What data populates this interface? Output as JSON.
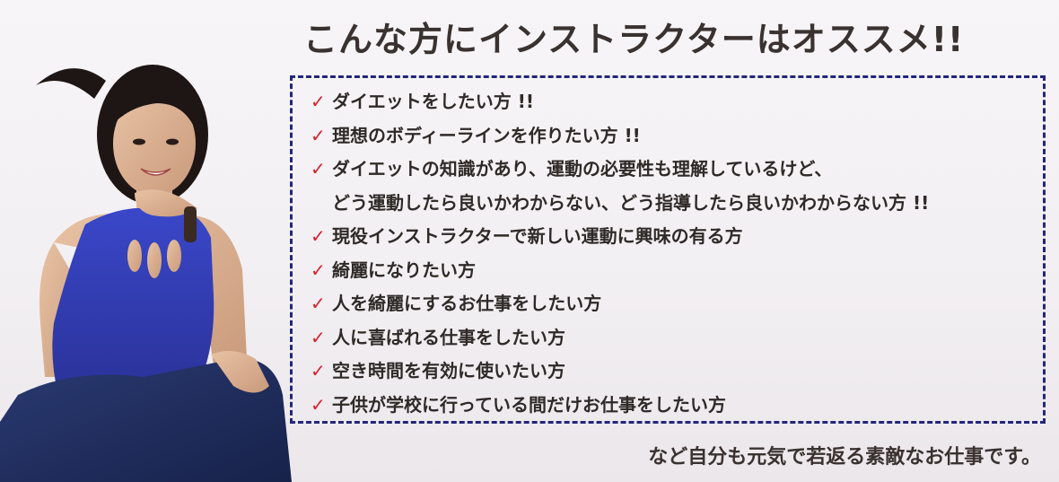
{
  "title": "こんな方にインストラクターはオススメ!!",
  "check_mark": "✓",
  "items": [
    {
      "lines": [
        "ダイエットをしたい方 !!"
      ]
    },
    {
      "lines": [
        "理想のボディーラインを作りたい方 !!"
      ]
    },
    {
      "lines": [
        "ダイエットの知識があり、運動の必要性も理解しているけど、",
        "どう運動したら良いかわからない、どう指導したら良いかわからない方 !!"
      ]
    },
    {
      "lines": [
        "現役インストラクターで新しい運動に興味の有る方"
      ]
    },
    {
      "lines": [
        "綺麗になりたい方"
      ]
    },
    {
      "lines": [
        "人を綺麗にするお仕事をしたい方"
      ]
    },
    {
      "lines": [
        "人に喜ばれる仕事をしたい方"
      ]
    },
    {
      "lines": [
        "空き時間を有効に使いたい方"
      ]
    },
    {
      "lines": [
        "子供が学校に行っている間だけお仕事をしたい方"
      ]
    }
  ],
  "footer": "など自分も元気で若返る素敵なお仕事です。",
  "colors": {
    "title_text": "#3a3230",
    "check": "#d8202d",
    "border": "#23267c",
    "body_text": "#2f2a28"
  }
}
